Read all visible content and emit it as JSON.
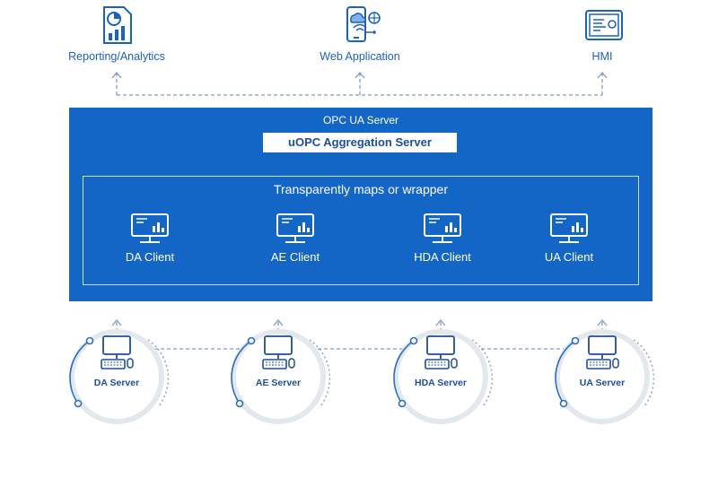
{
  "top_targets": [
    {
      "label": "Reporting/Analytics",
      "icon": "report-chart-icon"
    },
    {
      "label": "Web Application",
      "icon": "mobile-cloud-icon"
    },
    {
      "label": "HMI",
      "icon": "hmi-panel-icon"
    }
  ],
  "server": {
    "title": "OPC UA Server",
    "aggregation_label": "uOPC Aggregation Server",
    "inner_title": "Transparently maps or wrapper",
    "clients": [
      {
        "label": "DA Client"
      },
      {
        "label": "AE Client"
      },
      {
        "label": "HDA Client"
      },
      {
        "label": "UA Client"
      }
    ]
  },
  "sources": [
    {
      "label": "DA Server"
    },
    {
      "label": "AE Server"
    },
    {
      "label": "HDA Server"
    },
    {
      "label": "UA Server"
    }
  ],
  "colors": {
    "primary": "#1366c6",
    "text_blue": "#1b63b8",
    "connector": "#7f9cc4"
  }
}
